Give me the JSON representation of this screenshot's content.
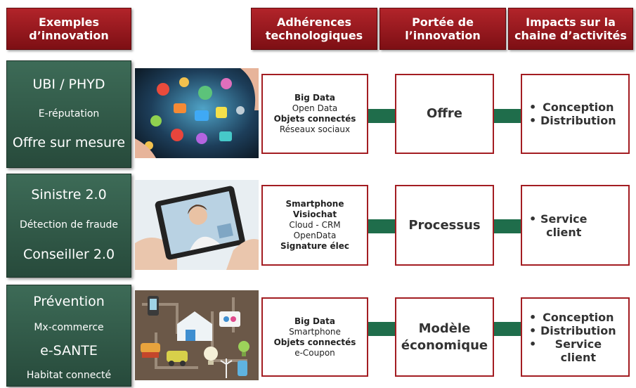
{
  "headers": {
    "examples": [
      "Exemples",
      "d’innovation"
    ],
    "tech": [
      "Adhérences",
      "technologiques"
    ],
    "scope": [
      "Portée de",
      "l’innovation"
    ],
    "impacts": [
      "Impacts sur la",
      "chaine d’activités"
    ]
  },
  "rows": [
    {
      "examples": [
        "UBI / PHYD",
        "E-réputation",
        "Offre sur mesure"
      ],
      "photo_icon": "apps-cloud-image",
      "tech": [
        {
          "text": "Big Data",
          "bold": true
        },
        {
          "text": "Open Data",
          "bold": false
        },
        {
          "text": "Objets connectés",
          "bold": true
        },
        {
          "text": "Réseaux sociaux",
          "bold": false
        }
      ],
      "scope": [
        "Offre"
      ],
      "impacts": [
        "Conception",
        "Distribution"
      ]
    },
    {
      "examples": [
        "Sinistre 2.0",
        "Détection de fraude",
        "Conseiller 2.0"
      ],
      "photo_icon": "tablet-video-call-image",
      "tech": [
        {
          "text": "Smartphone",
          "bold": true
        },
        {
          "text": "Visiochat",
          "bold": true
        },
        {
          "text": "Cloud  - CRM",
          "bold": false
        },
        {
          "text": "OpenData",
          "bold": false
        },
        {
          "text": "Signature élec",
          "bold": true
        }
      ],
      "scope": [
        "Processus"
      ],
      "impacts": [
        "Service",
        "client"
      ]
    },
    {
      "examples": [
        "Prévention",
        "Mx-commerce",
        "e-SANTE",
        "Habitat connecté"
      ],
      "photo_icon": "connected-home-image",
      "tech": [
        {
          "text": "Big Data",
          "bold": true
        },
        {
          "text": "Smartphone",
          "bold": false
        },
        {
          "text": "Objets connectés",
          "bold": true
        },
        {
          "text": "e-Coupon",
          "bold": false
        }
      ],
      "scope": [
        "Modèle",
        "économique"
      ],
      "impacts": [
        "Conception",
        "Distribution",
        "Service",
        "client"
      ]
    }
  ],
  "colors": {
    "header_red": "#9c1a1f",
    "green_panel": "#2f5a46",
    "connector_green": "#1f6d4b",
    "box_border": "#a31d22"
  }
}
